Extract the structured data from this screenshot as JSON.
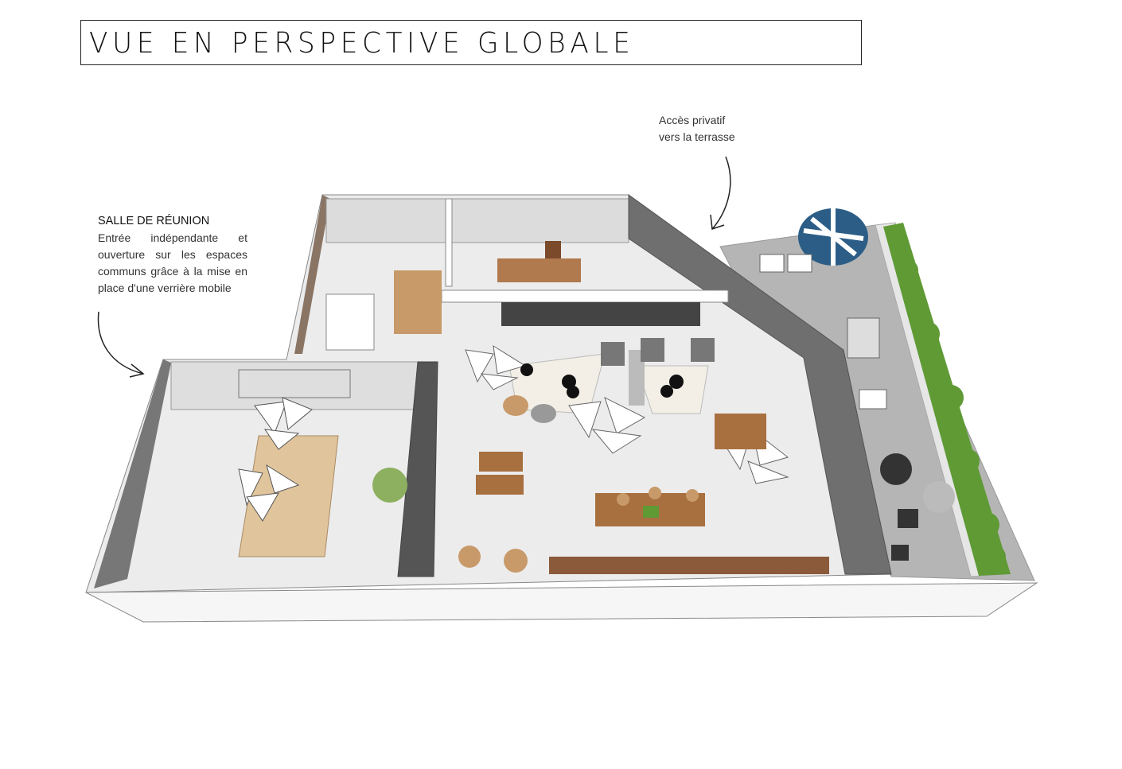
{
  "title": "VUE EN PERSPECTIVE GLOBALE",
  "annotations": {
    "meeting_room": {
      "heading": "SALLE DE RÉUNION",
      "text": "Entrée indépendante et ouverture sur les espaces communs grâce à la mise en place d'une verrière mobile"
    },
    "terrace": {
      "line1": "Accès privatif",
      "line2": "vers la terrasse"
    }
  },
  "colors": {
    "floor": "#ececec",
    "wall": "#ffffff",
    "wood": "#b07a4e",
    "glass": "#6f6f6f",
    "plants": "#5f9a35",
    "umbrella": "#2b5d86"
  }
}
